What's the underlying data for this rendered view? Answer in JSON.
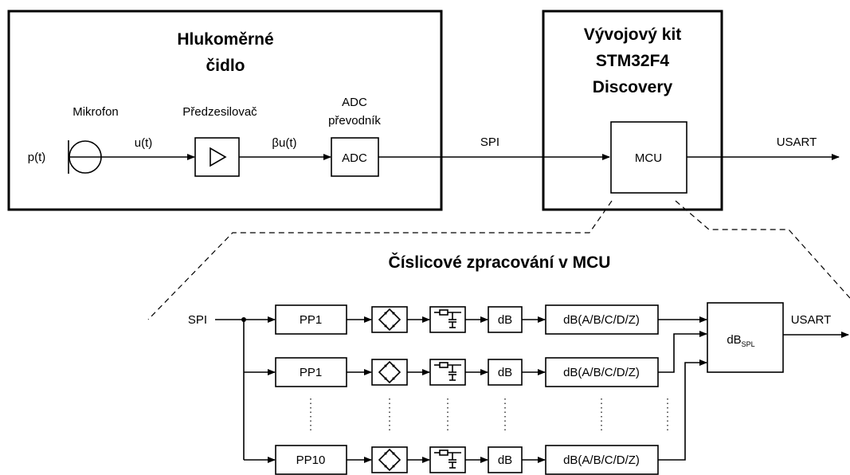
{
  "sensor": {
    "title_line1": "Hlukoměrné",
    "title_line2": "čidlo",
    "mic_label": "Mikrofon",
    "preamp_label": "Předzesilovač",
    "adc_label_line1": "ADC",
    "adc_label_line2": "převodník",
    "input_signal": "p(t)",
    "mic_output": "u(t)",
    "preamp_output": "βu(t)",
    "adc_block": "ADC"
  },
  "kit": {
    "title_line1": "Vývojový kit",
    "title_line2": "STM32F4",
    "title_line3": "Discovery",
    "mcu_block": "MCU",
    "spi_label": "SPI",
    "usart_label": "USART"
  },
  "processing": {
    "title": "Číslicové zpracování v MCU",
    "input_label": "SPI",
    "output_label": "USART",
    "output_block_main": "dB",
    "output_block_sub": "SPL",
    "rows": [
      {
        "filter": "PP1",
        "db": "dB",
        "weight": "dB(A/B/C/D/Z)"
      },
      {
        "filter": "PP1",
        "db": "dB",
        "weight": "dB(A/B/C/D/Z)"
      },
      {
        "filter": "PP10",
        "db": "dB",
        "weight": "dB(A/B/C/D/Z)"
      }
    ]
  },
  "icons": [
    "microphone-icon",
    "amplifier-icon",
    "rectifier-bridge-icon",
    "lowpass-rc-icon"
  ]
}
